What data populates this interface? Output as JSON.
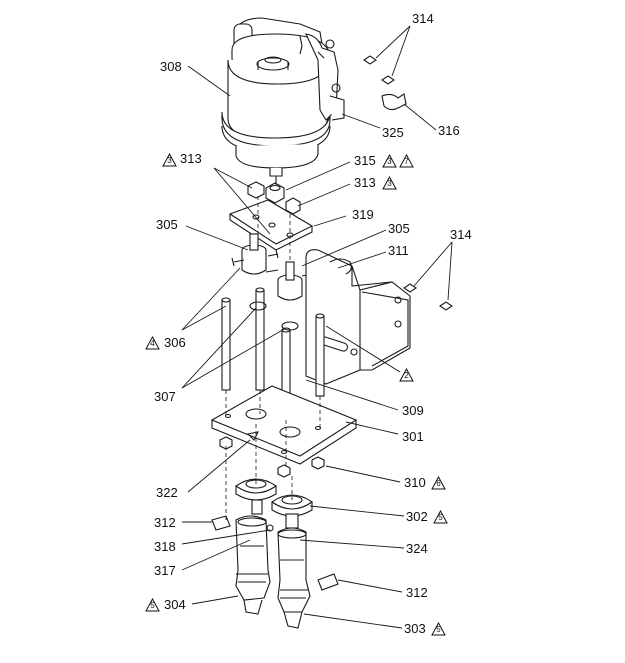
{
  "diagram": {
    "labels": {
      "314": "314",
      "308": "308",
      "316": "316",
      "325": "325",
      "313": "313",
      "315": "315",
      "319": "319",
      "305": "305",
      "311": "311",
      "306": "306",
      "307": "307",
      "309": "309",
      "301": "301",
      "322": "322",
      "310": "310",
      "302": "302",
      "312": "312",
      "318": "318",
      "324": "324",
      "317": "317",
      "304": "304",
      "303": "303"
    },
    "notes": {
      "n2": "2",
      "n3": "3",
      "n4": "4",
      "n5": "5",
      "n6": "6",
      "n7": "7"
    }
  }
}
